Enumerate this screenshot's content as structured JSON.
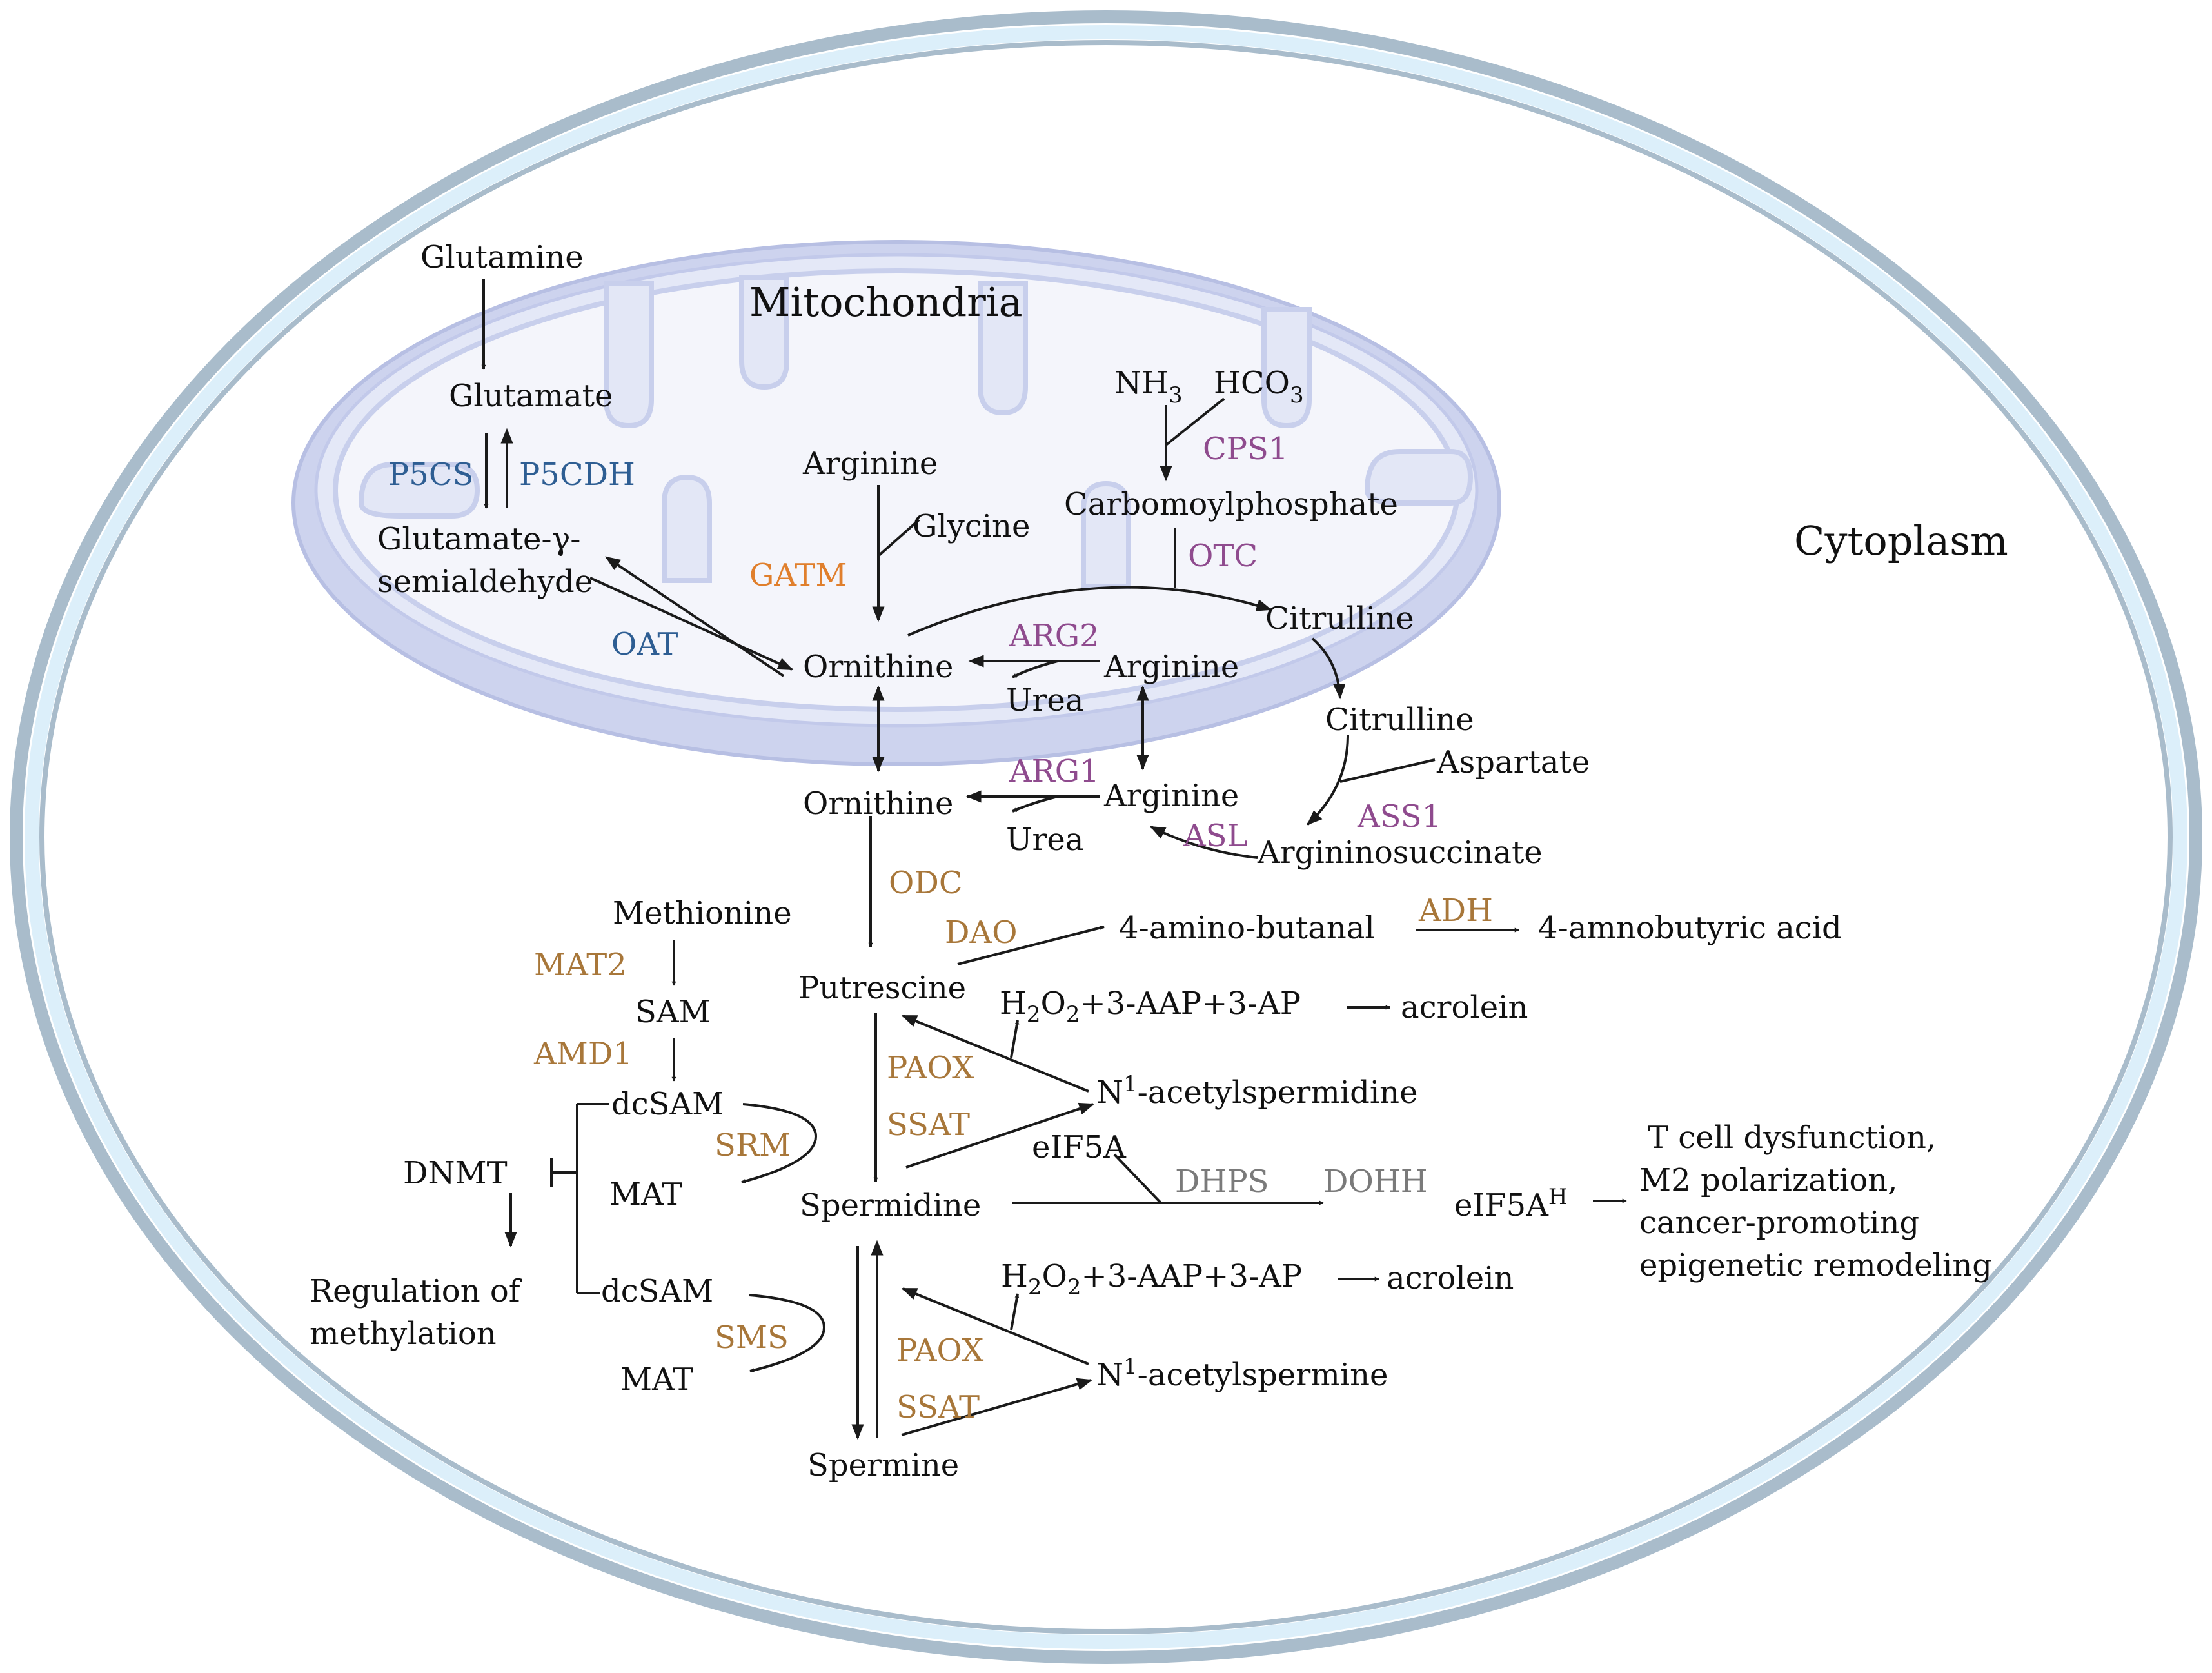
{
  "compartments": {
    "mitochondria": "Mitochondria",
    "cytoplasm": "Cytoplasm"
  },
  "nodes": {
    "glutamine": "Glutamine",
    "glutamate": "Glutamate",
    "glutamate_gsa_1": "Glutamate-γ-",
    "glutamate_gsa_2": "semialdehyde",
    "arginine_mito_top": "Arginine",
    "glycine": "Glycine",
    "ornithine_mito": "Ornithine",
    "arginine_mito": "Arginine",
    "urea_mito": "Urea",
    "nh3": "NH",
    "nh3_sub": "3",
    "hco3": "HCO",
    "hco3_sub": "3",
    "carbomoylphosphate": "Carbomoylphosphate",
    "citrulline_mito": "Citrulline",
    "citrulline_cyto": "Citrulline",
    "aspartate": "Aspartate",
    "argininosuccinate": "Argininosuccinate",
    "ornithine_cyto": "Ornithine",
    "arginine_cyto": "Arginine",
    "urea_cyto": "Urea",
    "methionine": "Methionine",
    "sam": "SAM",
    "dcsam_1": "dcSAM",
    "mat_1": "MAT",
    "dcsam_2": "dcSAM",
    "mat_2": "MAT",
    "dnmt": "DNMT",
    "regulation_1": "Regulation of",
    "regulation_2": "methylation",
    "putrescine": "Putrescine",
    "amino_butanal": "4-amino-butanal",
    "amnobutyric_acid": "4-amnobutyric acid",
    "h2o2_a_1": "H",
    "h2o2_a_sub1": "2",
    "h2o2_a_2": "O",
    "h2o2_a_sub2": "2",
    "h2o2_a_3": "+3-AAP+3-AP",
    "acrolein_1": "acrolein",
    "n1_acetylspermidine_1": "N",
    "n1_acetylspermidine_sup": "1",
    "n1_acetylspermidine_2": "-acetylspermidine",
    "eif5a": "eIF5A",
    "spermidine": "Spermidine",
    "eif5ah": "eIF5A",
    "eif5ah_sup": "H",
    "outcome_1": "T cell dysfunction,",
    "outcome_2": "M2 polarization,",
    "outcome_3": "cancer-promoting",
    "outcome_4": "epigenetic remodeling",
    "h2o2_b_1": "H",
    "h2o2_b_sub1": "2",
    "h2o2_b_2": "O",
    "h2o2_b_sub2": "2",
    "h2o2_b_3": "+3-AAP+3-AP",
    "acrolein_2": "acrolein",
    "n1_acetylspermine_1": "N",
    "n1_acetylspermine_sup": "1",
    "n1_acetylspermine_2": "-acetylspermine",
    "spermine": "Spermine"
  },
  "enzymes": {
    "p5cs": "P5CS",
    "p5cdh": "P5CDH",
    "oat": "OAT",
    "gatm": "GATM",
    "cps1": "CPS1",
    "otc": "OTC",
    "arg2": "ARG2",
    "arg1": "ARG1",
    "asl": "ASL",
    "ass1": "ASS1",
    "odc": "ODC",
    "dao": "DAO",
    "adh": "ADH",
    "mat2": "MAT2",
    "amd1": "AMD1",
    "srm": "SRM",
    "sms": "SMS",
    "paox_1": "PAOX",
    "ssat_1": "SSAT",
    "dhps": "DHPS",
    "dohh": "DOHH",
    "paox_2": "PAOX",
    "ssat_2": "SSAT"
  },
  "colors": {
    "p5_enzymes": "#2e5e93",
    "urea_cycle_enzymes": "#8f4b8e",
    "gatm": "#e07f2c",
    "polyamine_enzymes": "#a8773a",
    "hypusine_enzymes": "#7a7a7a",
    "cell_membrane": "#a9bccb",
    "mitochondria_fill": "#d9dff2"
  }
}
